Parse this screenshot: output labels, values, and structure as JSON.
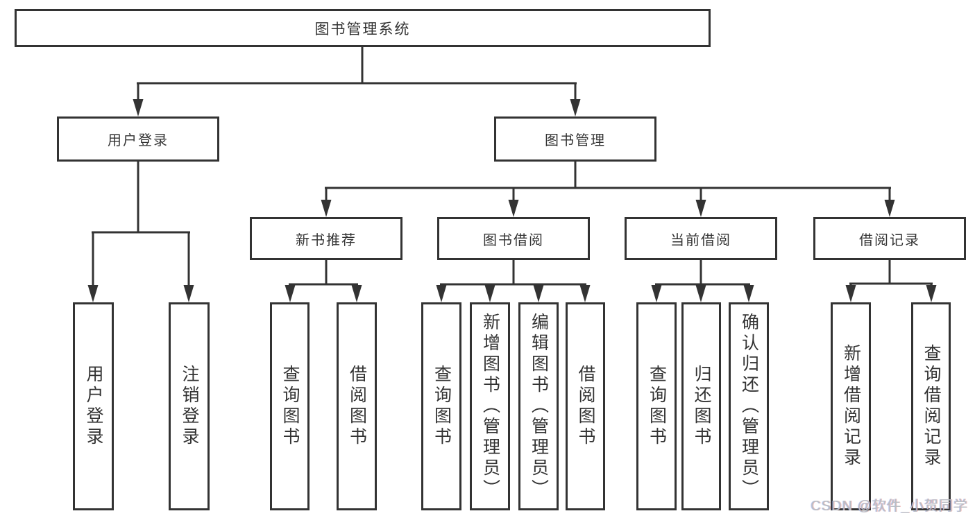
{
  "title": "图书管理系统",
  "watermark": "CSDN @软件_小贺同学",
  "colors": {
    "line": "#333333",
    "box_border": "#333333",
    "text": "#333333",
    "background": "#ffffff",
    "watermark": "#b9bec4"
  },
  "nodes": {
    "root": {
      "label": "图书管理系统"
    },
    "user_login": {
      "label": "用户登录"
    },
    "book_mgmt": {
      "label": "图书管理"
    },
    "new_book_rec": {
      "label": "新书推荐"
    },
    "book_borrow": {
      "label": "图书借阅"
    },
    "current_borrow": {
      "label": "当前借阅"
    },
    "borrow_records": {
      "label": "借阅记录"
    },
    "leaf_user_login": {
      "label": "用户登录"
    },
    "leaf_logout": {
      "label": "注销登录"
    },
    "leaf_query_book_1": {
      "label": "查询图书"
    },
    "leaf_borrow_book_1": {
      "label": "借阅图书"
    },
    "leaf_query_book_2": {
      "label": "查询图书"
    },
    "leaf_add_book": {
      "label": "新增图书（管理员）"
    },
    "leaf_edit_book": {
      "label": "编辑图书（管理员）"
    },
    "leaf_borrow_book_2": {
      "label": "借阅图书"
    },
    "leaf_query_book_3": {
      "label": "查询图书"
    },
    "leaf_return_book": {
      "label": "归还图书"
    },
    "leaf_confirm_return": {
      "label": "确认归还（管理员）"
    },
    "leaf_add_record": {
      "label": "新增借阅记录"
    },
    "leaf_query_record": {
      "label": "查询借阅记录"
    }
  },
  "hierarchy": {
    "图书管理系统": {
      "用户登录": [
        "用户登录",
        "注销登录"
      ],
      "图书管理": {
        "新书推荐": [
          "查询图书",
          "借阅图书"
        ],
        "图书借阅": [
          "查询图书",
          "新增图书（管理员）",
          "编辑图书（管理员）",
          "借阅图书"
        ],
        "当前借阅": [
          "查询图书",
          "归还图书",
          "确认归还（管理员）"
        ],
        "借阅记录": [
          "新增借阅记录",
          "查询借阅记录"
        ]
      }
    }
  }
}
